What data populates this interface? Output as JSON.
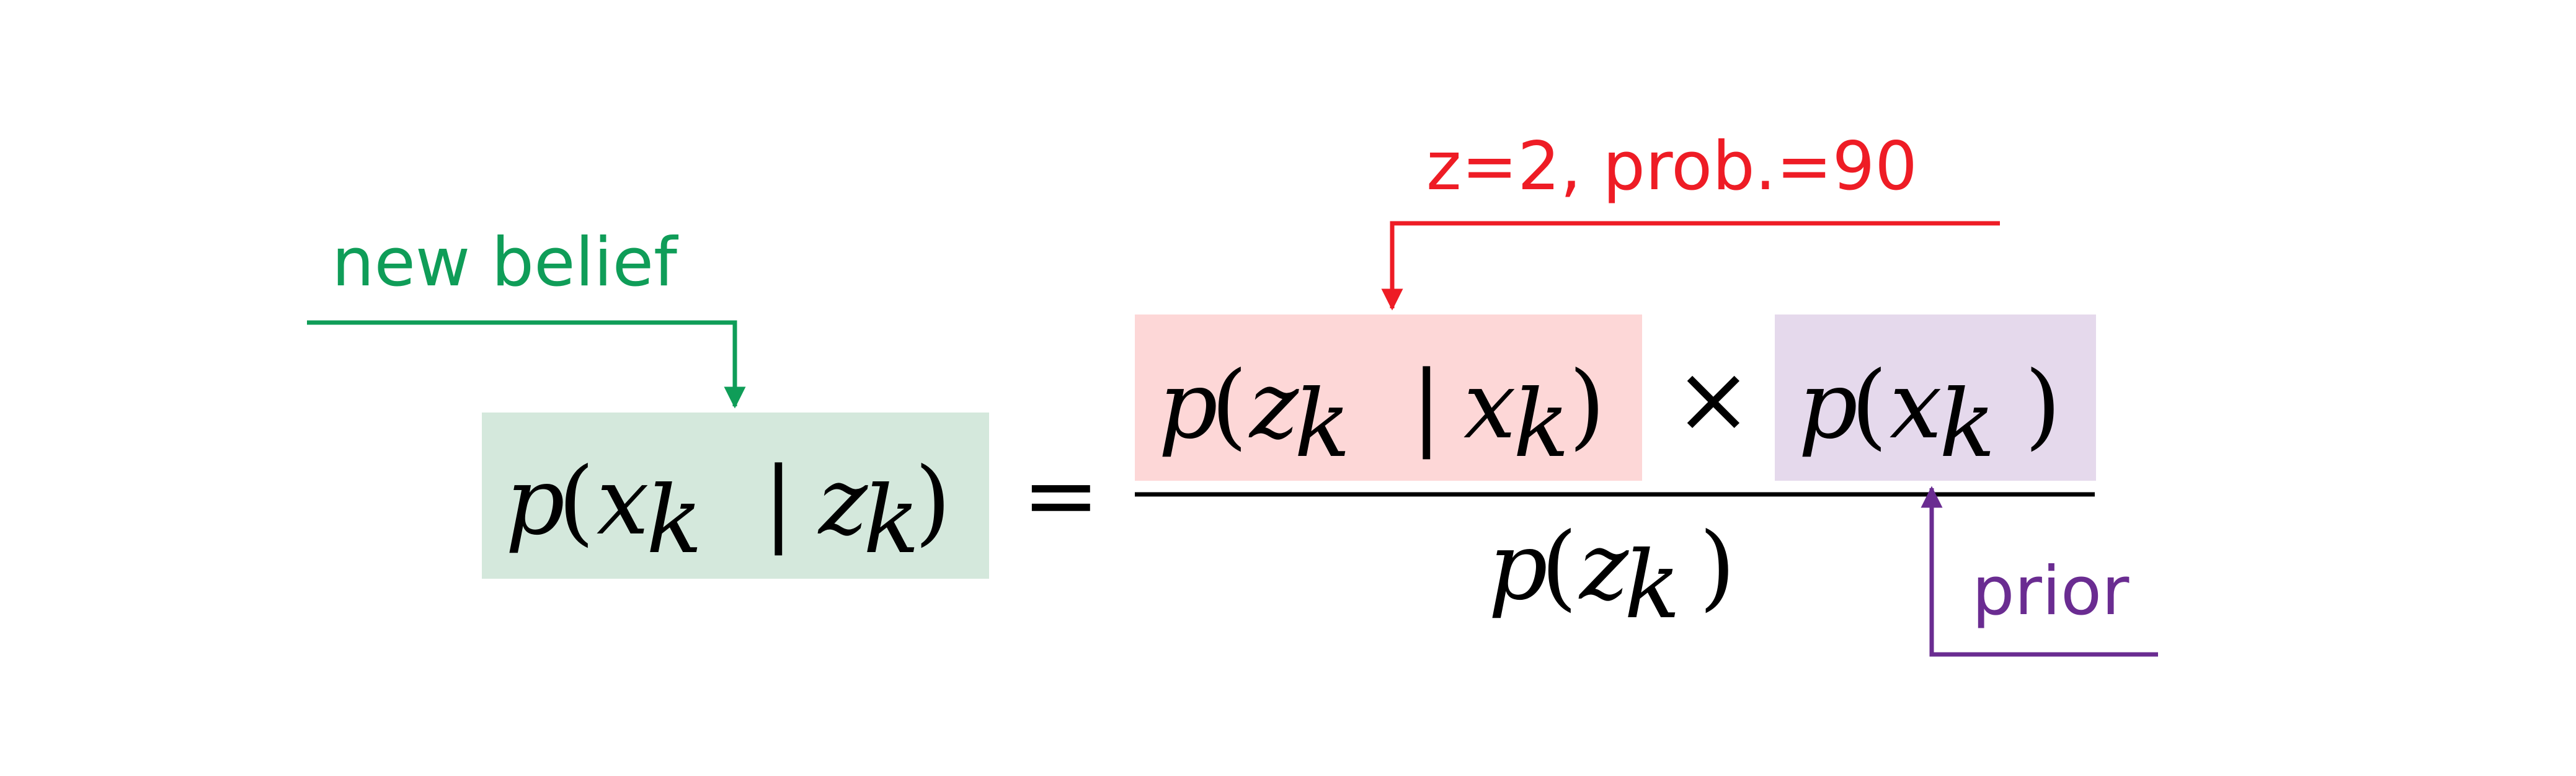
{
  "colors": {
    "green": "#0f9d58",
    "green_box": "#d4e8dc",
    "red": "#ee1c25",
    "red_box": "#fdd7d7",
    "purple": "#6a2c91",
    "purple_box": "#e5d9ec",
    "text": "#000000"
  },
  "annotations": {
    "new_belief": "new belief",
    "observation": "z=2, prob.=90",
    "prior": "prior"
  },
  "formula": {
    "lhs": "p(x_k | z_k)",
    "equals": "=",
    "likelihood": "p(z_k | x_k)",
    "times": "×",
    "prior": "p(x_k)",
    "evidence": "p(z_k)"
  }
}
